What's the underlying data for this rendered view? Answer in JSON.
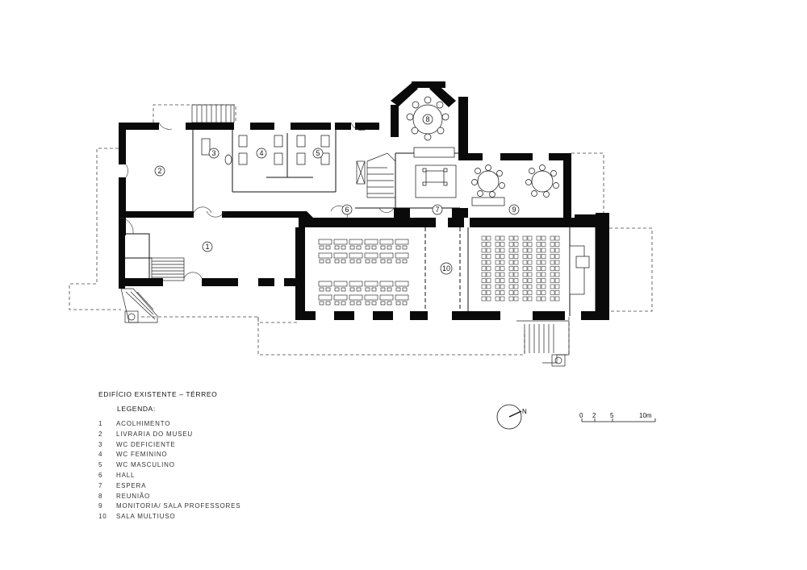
{
  "drawing": {
    "title": "EDIFÍCIO EXISTENTE – TÉRREO",
    "legend_heading": "LEGENDA:",
    "legend": [
      {
        "num": "1",
        "label": "ACOLHIMENTO"
      },
      {
        "num": "2",
        "label": "LIVRARIA DO MUSEU"
      },
      {
        "num": "3",
        "label": "WC DEFICIENTE"
      },
      {
        "num": "4",
        "label": "WC FEMININO"
      },
      {
        "num": "5",
        "label": "WC MASCULINO"
      },
      {
        "num": "6",
        "label": "HALL"
      },
      {
        "num": "7",
        "label": "ESPERA"
      },
      {
        "num": "8",
        "label": "REUNIÃO"
      },
      {
        "num": "9",
        "label": "MONITORIA/ SALA PROFESSORES"
      },
      {
        "num": "10",
        "label": "SALA MULTIUSO"
      }
    ],
    "north_label": "N",
    "scale": {
      "ticks": [
        "0",
        "2",
        "5"
      ],
      "end_label": "10m"
    }
  },
  "room_tags": [
    "1",
    "2",
    "3",
    "4",
    "5",
    "6",
    "7",
    "8",
    "9",
    "10"
  ]
}
